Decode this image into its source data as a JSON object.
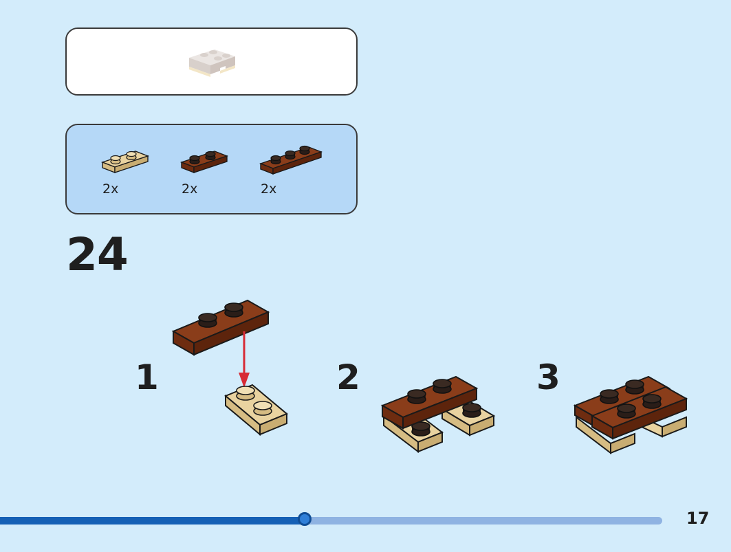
{
  "parts": [
    {
      "name": "tan-plate-1x2",
      "qty": "2x"
    },
    {
      "name": "brown-plate-1x2",
      "qty": "2x"
    },
    {
      "name": "brown-plate-1x3",
      "qty": "2x"
    }
  ],
  "step": {
    "number": "24",
    "substeps": [
      "1",
      "2",
      "3"
    ]
  },
  "page": {
    "number": "17",
    "progress": 0.46
  },
  "colors": {
    "tan": "#e9d3a0",
    "brown": "#7c3517",
    "dark_stud": "#1e1a18",
    "arrow": "#d72a35"
  }
}
